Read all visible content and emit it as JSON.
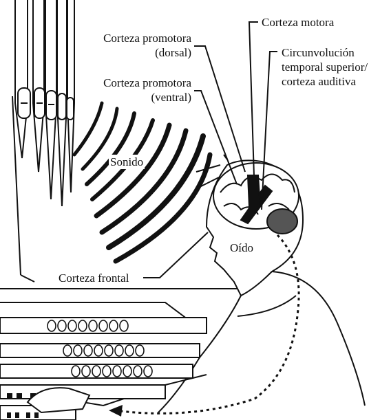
{
  "labels": {
    "premotor_dorsal_1": "Corteza promotora",
    "premotor_dorsal_2": "(dorsal)",
    "premotor_ventral_1": "Corteza promotora",
    "premotor_ventral_2": "(ventral)",
    "motor": "Corteza motora",
    "auditory_1": "Circunvolución",
    "auditory_2": "temporal superior/",
    "auditory_3": "corteza auditiva",
    "sound": "Sonido",
    "ear": "Oído",
    "frontal": "Corteza frontal"
  },
  "colors": {
    "ink": "#111111",
    "background": "#ffffff"
  }
}
